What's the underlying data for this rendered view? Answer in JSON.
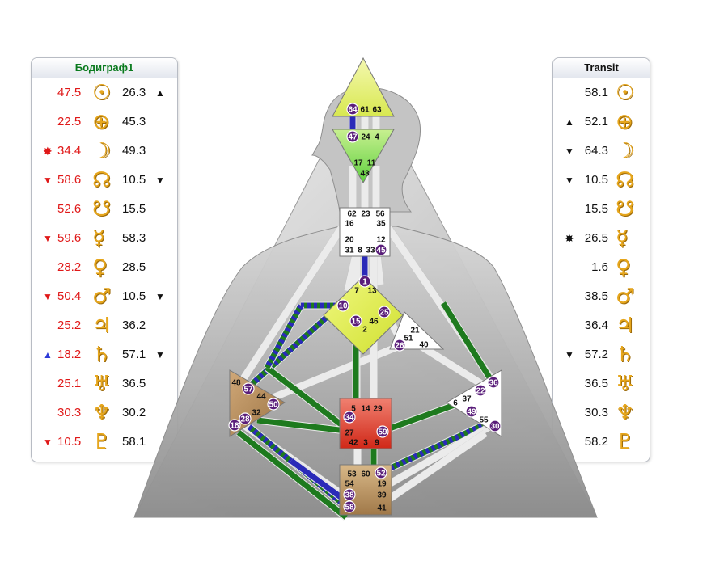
{
  "design_panel": {
    "title": "Бодиграф1",
    "rows": [
      {
        "planet": "sun-icon",
        "glyph": "☉",
        "left_mark": "",
        "left": "47.5",
        "right": "26.3",
        "right_mark": "▲"
      },
      {
        "planet": "earth-icon",
        "glyph": "⊕",
        "left_mark": "",
        "left": "22.5",
        "right": "45.3",
        "right_mark": ""
      },
      {
        "planet": "moon-icon",
        "glyph": "☽",
        "left_mark": "✸",
        "left": "34.4",
        "right": "49.3",
        "right_mark": ""
      },
      {
        "planet": "north-node-icon",
        "glyph": "☊",
        "left_mark": "▼",
        "left": "58.6",
        "right": "10.5",
        "right_mark": "▼"
      },
      {
        "planet": "south-node-icon",
        "glyph": "☋",
        "left_mark": "",
        "left": "52.6",
        "right": "15.5",
        "right_mark": ""
      },
      {
        "planet": "mercury-icon",
        "glyph": "☿",
        "left_mark": "▼",
        "left": "59.6",
        "right": "58.3",
        "right_mark": ""
      },
      {
        "planet": "venus-icon",
        "glyph": "♀",
        "left_mark": "",
        "left": "28.2",
        "right": "28.5",
        "right_mark": ""
      },
      {
        "planet": "mars-icon",
        "glyph": "♂",
        "left_mark": "▼",
        "left": "50.4",
        "right": "10.5",
        "right_mark": "▼"
      },
      {
        "planet": "jupiter-icon",
        "glyph": "♃",
        "left_mark": "",
        "left": "25.2",
        "right": "36.2",
        "right_mark": ""
      },
      {
        "planet": "saturn-icon",
        "glyph": "♄",
        "left_mark": "▲",
        "left": "18.2",
        "right": "57.1",
        "right_mark": "▼"
      },
      {
        "planet": "uranus-icon",
        "glyph": "♅",
        "left_mark": "",
        "left": "25.1",
        "right": "36.5",
        "right_mark": ""
      },
      {
        "planet": "neptune-icon",
        "glyph": "♆",
        "left_mark": "",
        "left": "30.3",
        "right": "30.2",
        "right_mark": ""
      },
      {
        "planet": "pluto-icon",
        "glyph": "♇",
        "left_mark": "▼",
        "left": "10.5",
        "right": "58.1",
        "right_mark": ""
      }
    ]
  },
  "transit_panel": {
    "title": "Transit",
    "rows": [
      {
        "planet": "sun-icon",
        "glyph": "☉",
        "mark": "",
        "value": "58.1"
      },
      {
        "planet": "earth-icon",
        "glyph": "⊕",
        "mark": "▲",
        "value": "52.1"
      },
      {
        "planet": "moon-icon",
        "glyph": "☽",
        "mark": "▼",
        "value": "64.3"
      },
      {
        "planet": "north-node-icon",
        "glyph": "☊",
        "mark": "▼",
        "value": "10.5"
      },
      {
        "planet": "south-node-icon",
        "glyph": "☋",
        "mark": "",
        "value": "15.5"
      },
      {
        "planet": "mercury-icon",
        "glyph": "☿",
        "mark": "✸",
        "value": "26.5"
      },
      {
        "planet": "venus-icon",
        "glyph": "♀",
        "mark": "",
        "value": "1.6"
      },
      {
        "planet": "mars-icon",
        "glyph": "♂",
        "mark": "",
        "value": "38.5"
      },
      {
        "planet": "jupiter-icon",
        "glyph": "♃",
        "mark": "",
        "value": "36.4"
      },
      {
        "planet": "saturn-icon",
        "glyph": "♄",
        "mark": "▼",
        "value": "57.2"
      },
      {
        "planet": "uranus-icon",
        "glyph": "♅",
        "mark": "",
        "value": "36.5"
      },
      {
        "planet": "neptune-icon",
        "glyph": "♆",
        "mark": "",
        "value": "30.3"
      },
      {
        "planet": "pluto-icon",
        "glyph": "♇",
        "mark": "",
        "value": "58.2"
      }
    ]
  },
  "colors": {
    "design_value": "#e01818",
    "header_design": "#0a7a1e",
    "header_transit": "#111111",
    "glyph": "#e6a61c",
    "head_center": "#e6f070",
    "ajna_center": "#7fe060",
    "g_center": "#e0f060",
    "sacral_center": "#e04030",
    "root_center": "#b89060",
    "spleen_center": "#b89060",
    "channel_design": "#1e7a1e",
    "channel_personality": "#2a2ab8",
    "gate_circle": "#5a1e7a"
  },
  "bodygraph": {
    "head_gates": [
      {
        "n": "64",
        "c": true
      },
      {
        "n": "61",
        "c": false
      },
      {
        "n": "63",
        "c": false
      }
    ],
    "ajna_gates": [
      {
        "n": "47",
        "c": true
      },
      {
        "n": "24",
        "c": false
      },
      {
        "n": "4",
        "c": false
      },
      {
        "n": "17",
        "c": false
      },
      {
        "n": "11",
        "c": false
      },
      {
        "n": "43",
        "c": false
      }
    ],
    "throat_gates": [
      {
        "n": "62",
        "c": false
      },
      {
        "n": "23",
        "c": false
      },
      {
        "n": "56",
        "c": false
      },
      {
        "n": "16",
        "c": false
      },
      {
        "n": "35",
        "c": false
      },
      {
        "n": "20",
        "c": false
      },
      {
        "n": "12",
        "c": false
      },
      {
        "n": "31",
        "c": false
      },
      {
        "n": "8",
        "c": false
      },
      {
        "n": "33",
        "c": false
      },
      {
        "n": "45",
        "c": true
      }
    ],
    "g_gates": [
      {
        "n": "1",
        "c": true
      },
      {
        "n": "7",
        "c": false
      },
      {
        "n": "13",
        "c": false
      },
      {
        "n": "10",
        "c": true
      },
      {
        "n": "25",
        "c": true
      },
      {
        "n": "15",
        "c": true
      },
      {
        "n": "46",
        "c": false
      },
      {
        "n": "2",
        "c": false
      }
    ],
    "heart_gates": [
      {
        "n": "21",
        "c": false
      },
      {
        "n": "51",
        "c": false
      },
      {
        "n": "26",
        "c": true
      },
      {
        "n": "40",
        "c": false
      }
    ],
    "spleen_gates": [
      {
        "n": "48",
        "c": false
      },
      {
        "n": "57",
        "c": true
      },
      {
        "n": "44",
        "c": false
      },
      {
        "n": "50",
        "c": true
      },
      {
        "n": "32",
        "c": false
      },
      {
        "n": "28",
        "c": true
      },
      {
        "n": "18",
        "c": true
      }
    ],
    "sacral_gates": [
      {
        "n": "5",
        "c": false
      },
      {
        "n": "14",
        "c": false
      },
      {
        "n": "29",
        "c": false
      },
      {
        "n": "34",
        "c": true
      },
      {
        "n": "59",
        "c": true
      },
      {
        "n": "27",
        "c": false
      },
      {
        "n": "42",
        "c": false
      },
      {
        "n": "3",
        "c": false
      },
      {
        "n": "9",
        "c": false
      }
    ],
    "solar_gates": [
      {
        "n": "36",
        "c": true
      },
      {
        "n": "22",
        "c": true
      },
      {
        "n": "37",
        "c": false
      },
      {
        "n": "6",
        "c": false
      },
      {
        "n": "49",
        "c": true
      },
      {
        "n": "55",
        "c": false
      },
      {
        "n": "30",
        "c": true
      }
    ],
    "root_gates": [
      {
        "n": "53",
        "c": false
      },
      {
        "n": "60",
        "c": false
      },
      {
        "n": "52",
        "c": true
      },
      {
        "n": "54",
        "c": false
      },
      {
        "n": "19",
        "c": false
      },
      {
        "n": "38",
        "c": true
      },
      {
        "n": "39",
        "c": false
      },
      {
        "n": "58",
        "c": true
      },
      {
        "n": "41",
        "c": false
      }
    ]
  }
}
